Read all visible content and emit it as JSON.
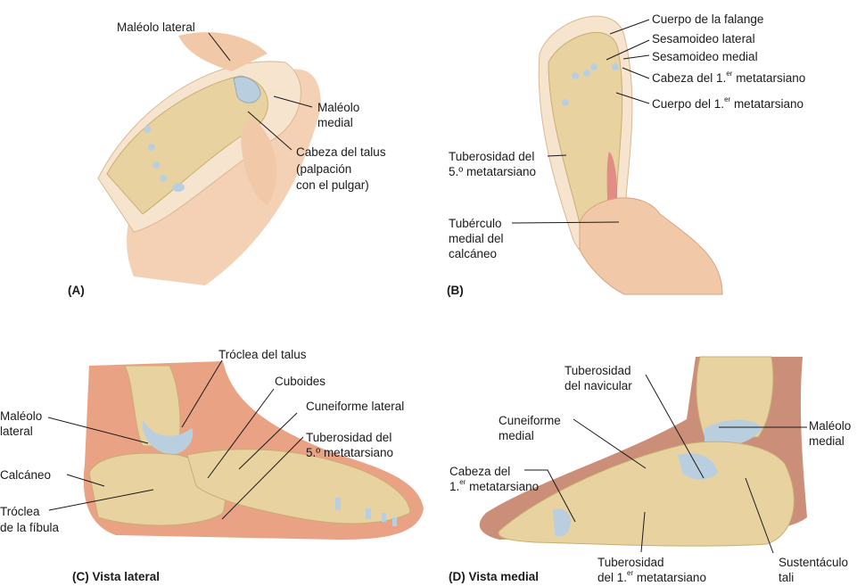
{
  "figure": {
    "colors": {
      "bone": "#e8d3a0",
      "bone_shadow": "#c9ad72",
      "cartilage": "#b9cfe0",
      "skin": "#f2c9a8",
      "skin_dark": "#d98a6e",
      "translucent_skin": "#f6e4cf",
      "ligament": "#e07a80",
      "leader_line": "#1a1a1a"
    },
    "panels": [
      {
        "id": "A",
        "caption": "(A)",
        "labels": [
          "Maléolo lateral",
          "Maléolo\nmedial",
          "Cabeza del talus\n(palpación\ncon el pulgar)"
        ]
      },
      {
        "id": "B",
        "caption": "(B)",
        "labels": [
          "Cuerpo de la falange",
          "Sesamoideo lateral",
          "Sesamoideo medial",
          "Cabeza del 1.er metatarsiano",
          "Cuerpo del 1.er metatarsiano",
          "Tuberosidad del\n5.º metatarsiano",
          "Tubérculo\nmedial del\ncalcáneo"
        ]
      },
      {
        "id": "C",
        "caption": "(C) Vista lateral",
        "labels": [
          "Tróclea del talus",
          "Cuboides",
          "Cuneiforme lateral",
          "Tuberosidad del\n5.º metatarsiano",
          "Maléolo\nlateral",
          "Calcáneo",
          "Tróclea\nde la fíbula"
        ]
      },
      {
        "id": "D",
        "caption": "(D) Vista medial",
        "labels": [
          "Tuberosidad\ndel navicular",
          "Cuneiforme\nmedial",
          "Cabeza del\n1.er metatarsiano",
          "Maléolo\nmedial",
          "Tuberosidad\ndel 1.er metatarsiano",
          "Sustentáculo\ntali"
        ]
      }
    ]
  },
  "panelA": {
    "caption": "(A)",
    "maleolo_lateral": "Maléolo lateral",
    "maleolo_medial_1": "Maléolo",
    "maleolo_medial_2": "medial",
    "cabeza_talus_1": "Cabeza del talus",
    "cabeza_talus_2": "(palpación",
    "cabeza_talus_3": "con el pulgar)"
  },
  "panelB": {
    "caption": "(B)",
    "cuerpo_falange": "Cuerpo de la falange",
    "sesamoideo_lateral": "Sesamoideo lateral",
    "sesamoideo_medial": "Sesamoideo medial",
    "cabeza_1_pre": "Cabeza del 1.",
    "cabeza_1_sup": "er",
    "cabeza_1_post": " metatarsiano",
    "cuerpo_1_pre": "Cuerpo del 1.",
    "cuerpo_1_sup": "er",
    "cuerpo_1_post": " metatarsiano",
    "tuberosidad_5_1": "Tuberosidad del",
    "tuberosidad_5_2": "5.º metatarsiano",
    "tuberculo_1": "Tubérculo",
    "tuberculo_2": "medial del",
    "tuberculo_3": "calcáneo"
  },
  "panelC": {
    "caption": "(C) Vista lateral",
    "troclea_talus": "Tróclea del talus",
    "cuboides": "Cuboides",
    "cuneiforme_lateral": "Cuneiforme lateral",
    "tuberosidad_5_1": "Tuberosidad del",
    "tuberosidad_5_2": "5.º metatarsiano",
    "maleolo_lateral_1": "Maléolo",
    "maleolo_lateral_2": "lateral",
    "calcaneo": "Calcáneo",
    "troclea_fibula_1": "Tróclea",
    "troclea_fibula_2": "de la fíbula"
  },
  "panelD": {
    "caption": "(D) Vista medial",
    "tuberosidad_navicular_1": "Tuberosidad",
    "tuberosidad_navicular_2": "del navicular",
    "cuneiforme_medial_1": "Cuneiforme",
    "cuneiforme_medial_2": "medial",
    "cabeza_1_1": "Cabeza del",
    "cabeza_1_pre": "1.",
    "cabeza_1_sup": "er",
    "cabeza_1_post": " metatarsiano",
    "maleolo_medial_1": "Maléolo",
    "maleolo_medial_2": "medial",
    "tuberosidad_1_1": "Tuberosidad",
    "tuberosidad_1_pre": "del 1.",
    "tuberosidad_1_sup": "er",
    "tuberosidad_1_post": " metatarsiano",
    "sustentaculo_1": "Sustentáculo",
    "sustentaculo_2": "tali"
  }
}
